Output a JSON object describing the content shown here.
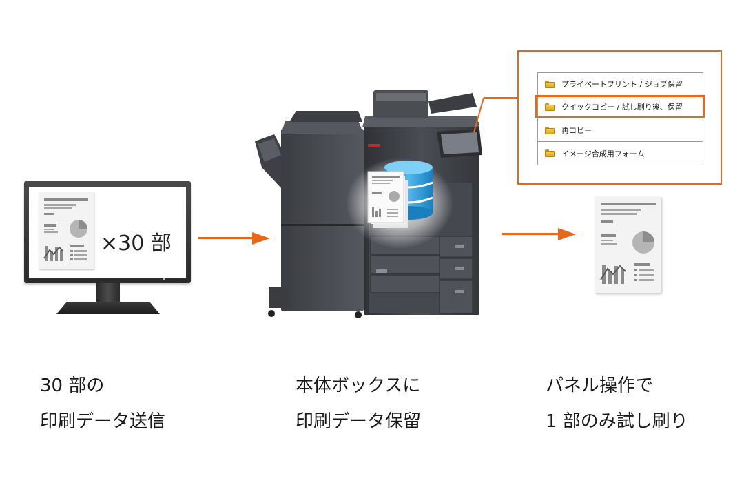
{
  "monitor": {
    "copies_label": "×30 部"
  },
  "panel": {
    "items": [
      {
        "label": "プライベートプリント / ジョブ保留"
      },
      {
        "label": "クイックコピー / 試し刷り後、保留"
      },
      {
        "label": "再コピー"
      },
      {
        "label": "イメージ合成用フォーム"
      }
    ],
    "highlighted_index": 1
  },
  "captions": [
    {
      "line1": "30 部の",
      "line2": "印刷データ送信"
    },
    {
      "line1": "本体ボックスに",
      "line2": "印刷データ保留"
    },
    {
      "line1": "パネル操作で",
      "line2": "1 部のみ試し刷り"
    }
  ],
  "colors": {
    "accent": "#e8681a",
    "database": "#3aa5e0",
    "folder": "#e9b52c"
  },
  "icons": [
    "folder-icon",
    "database-icon",
    "document-icon",
    "pie-chart-icon",
    "bar-chart-icon"
  ]
}
